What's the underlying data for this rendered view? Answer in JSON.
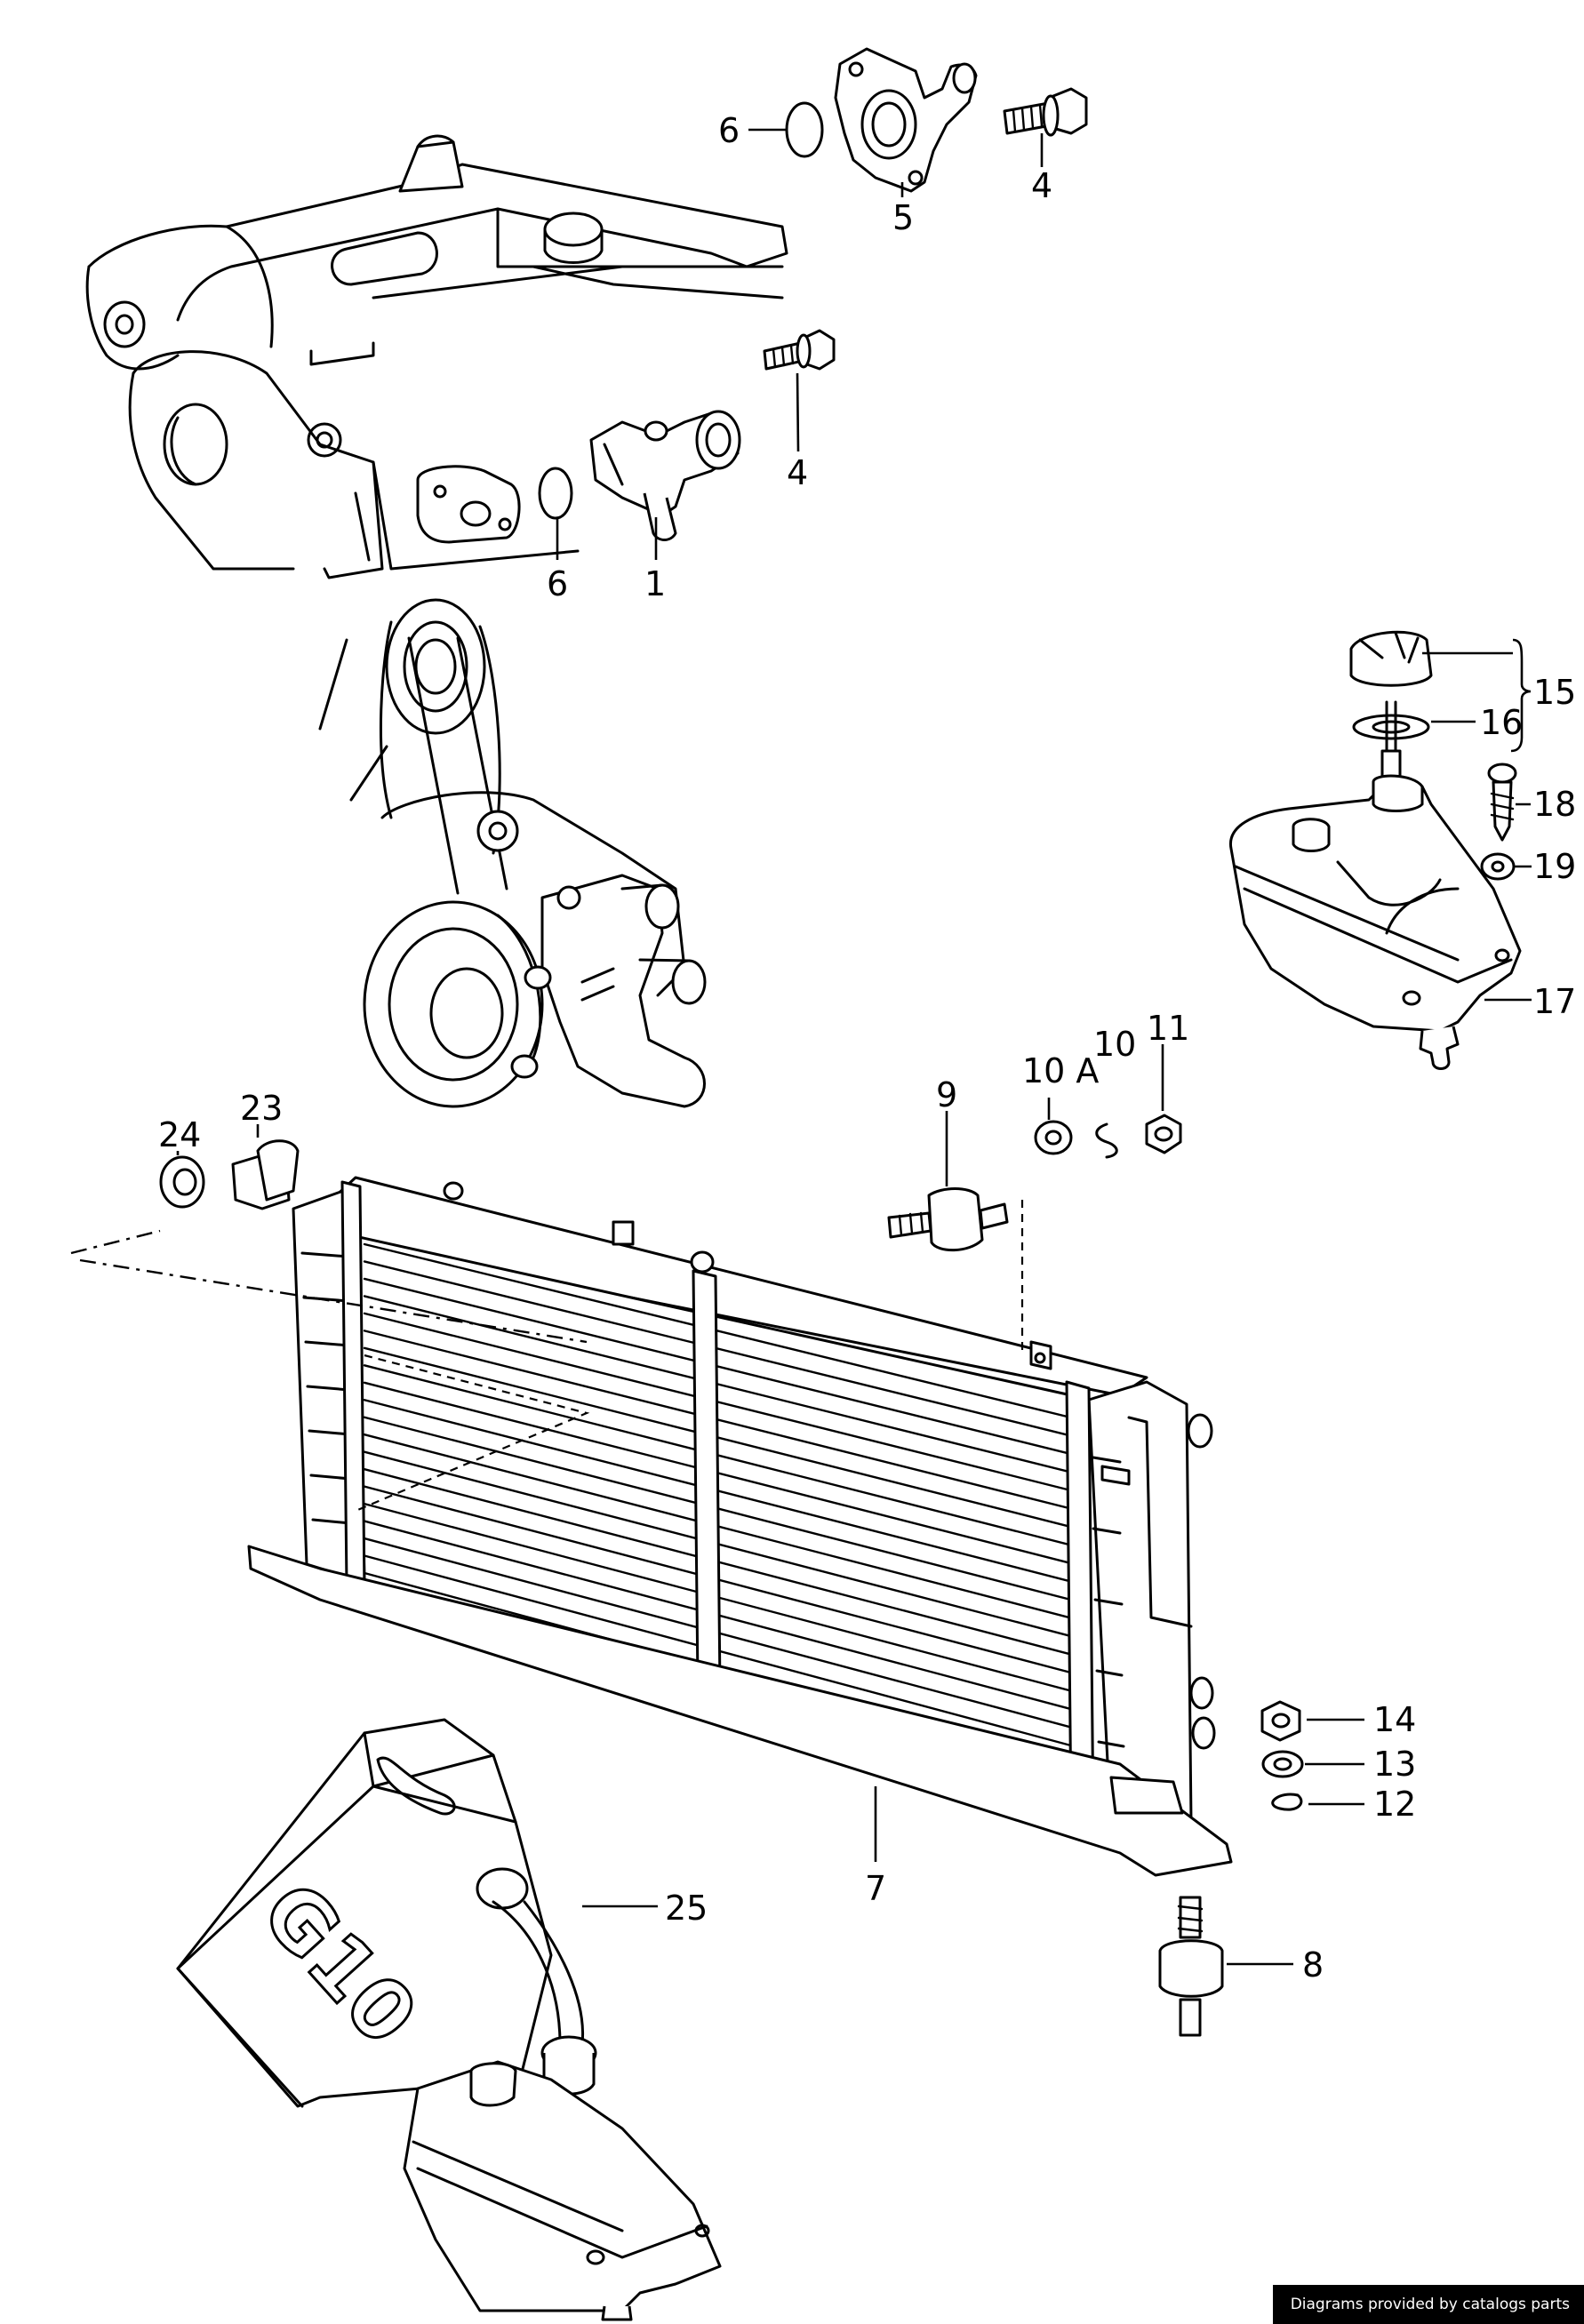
{
  "diagram": {
    "callouts": [
      {
        "id": "c6a",
        "text": "6"
      },
      {
        "id": "c5",
        "text": "5"
      },
      {
        "id": "c4a",
        "text": "4"
      },
      {
        "id": "c4b",
        "text": "4"
      },
      {
        "id": "c6b",
        "text": "6"
      },
      {
        "id": "c1",
        "text": "1"
      },
      {
        "id": "c15",
        "text": "15"
      },
      {
        "id": "c16",
        "text": "16"
      },
      {
        "id": "c18",
        "text": "18"
      },
      {
        "id": "c19",
        "text": "19"
      },
      {
        "id": "c17",
        "text": "17"
      },
      {
        "id": "c9",
        "text": "9"
      },
      {
        "id": "c10A",
        "text": "10 A"
      },
      {
        "id": "c10",
        "text": "10"
      },
      {
        "id": "c11",
        "text": "11"
      },
      {
        "id": "c24",
        "text": "24"
      },
      {
        "id": "c23",
        "text": "23"
      },
      {
        "id": "c14",
        "text": "14"
      },
      {
        "id": "c13",
        "text": "13"
      },
      {
        "id": "c12",
        "text": "12"
      },
      {
        "id": "c7",
        "text": "7"
      },
      {
        "id": "c25",
        "text": "25"
      },
      {
        "id": "c8",
        "text": "8"
      }
    ],
    "stencil_text": "G10"
  },
  "footer": {
    "credit": "Diagrams provided by catalogs parts"
  }
}
